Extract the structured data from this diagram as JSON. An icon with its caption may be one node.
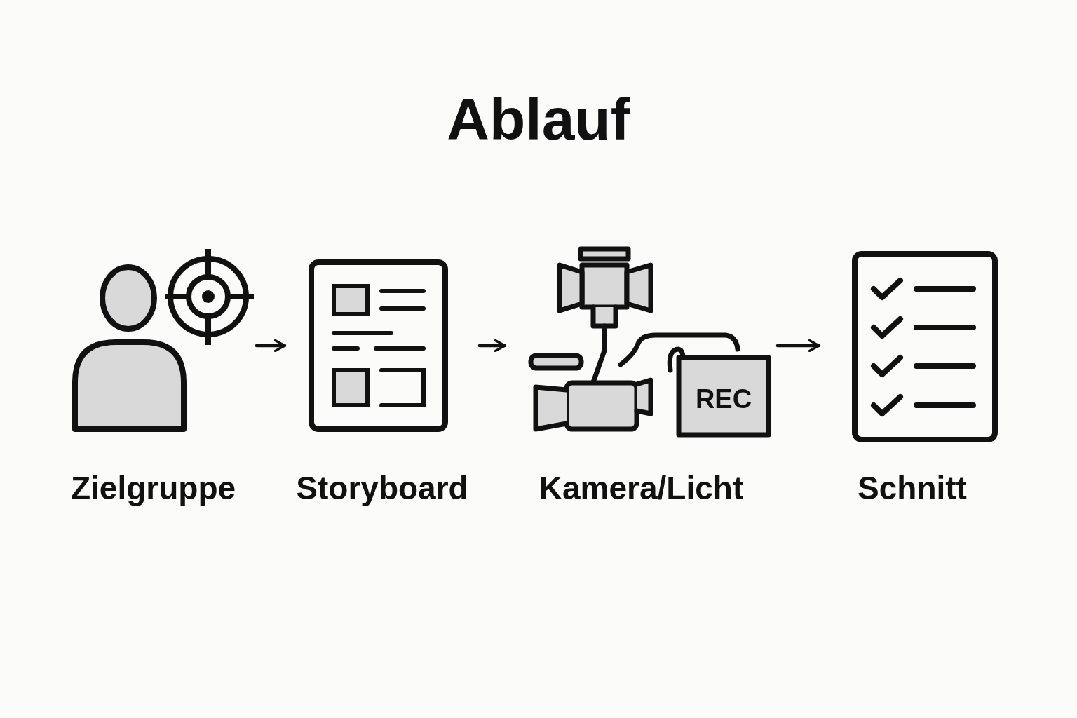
{
  "diagram": {
    "title": "Ablauf",
    "nodes": [
      {
        "text": [
          "Zielgruppe"
        ]
      },
      {
        "text": [
          "Storyboard"
        ]
      },
      {
        "text": [
          "Kamera/Licht"
        ]
      },
      {
        "text": [
          "Schnitt"
        ]
      }
    ],
    "edges": [
      {
        "from": 0,
        "to": 1,
        "arrow": "to"
      },
      {
        "from": 1,
        "to": 2,
        "arrow": "to"
      },
      {
        "from": 2,
        "to": 3,
        "arrow": "to"
      }
    ],
    "labels": [
      "REC"
    ]
  }
}
